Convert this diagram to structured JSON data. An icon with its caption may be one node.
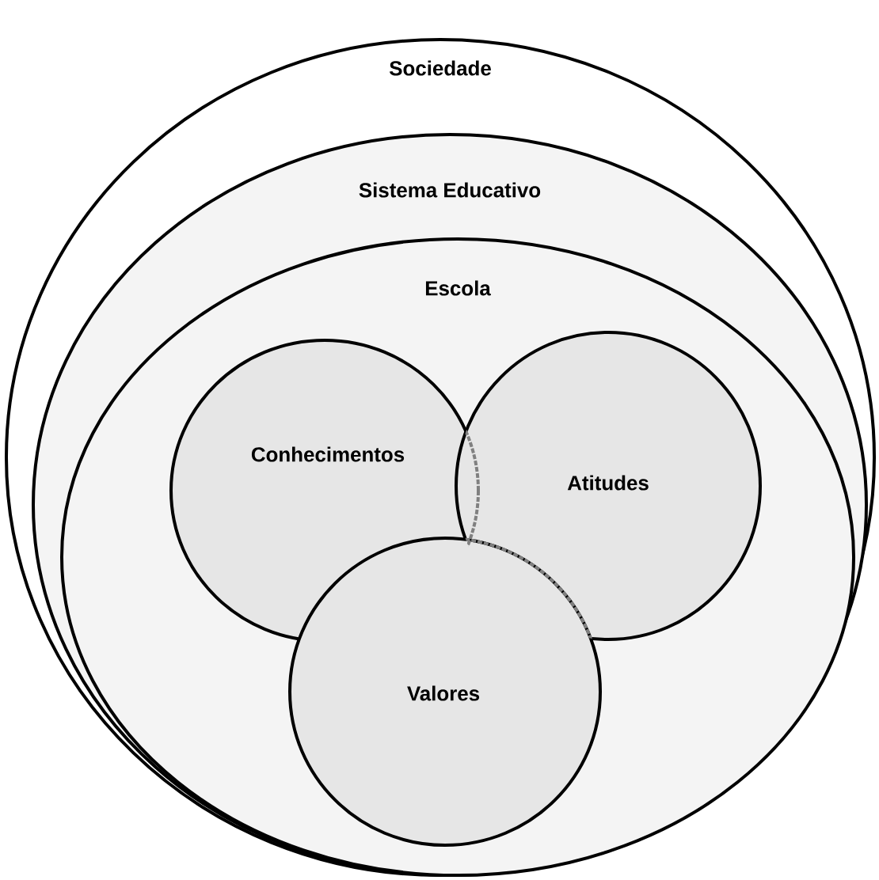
{
  "diagram": {
    "nodes": [
      {
        "text": [
          "Sociedade"
        ]
      },
      {
        "text": [
          "Sistema Educativo"
        ],
        "in": 0
      },
      {
        "text": [
          "Escola"
        ],
        "in": 1
      },
      {
        "text": [
          "Conhecimentos"
        ],
        "in": 2
      },
      {
        "text": [
          "Atitudes"
        ],
        "in": 2
      },
      {
        "text": [
          "Valores"
        ],
        "in": 2
      }
    ]
  }
}
